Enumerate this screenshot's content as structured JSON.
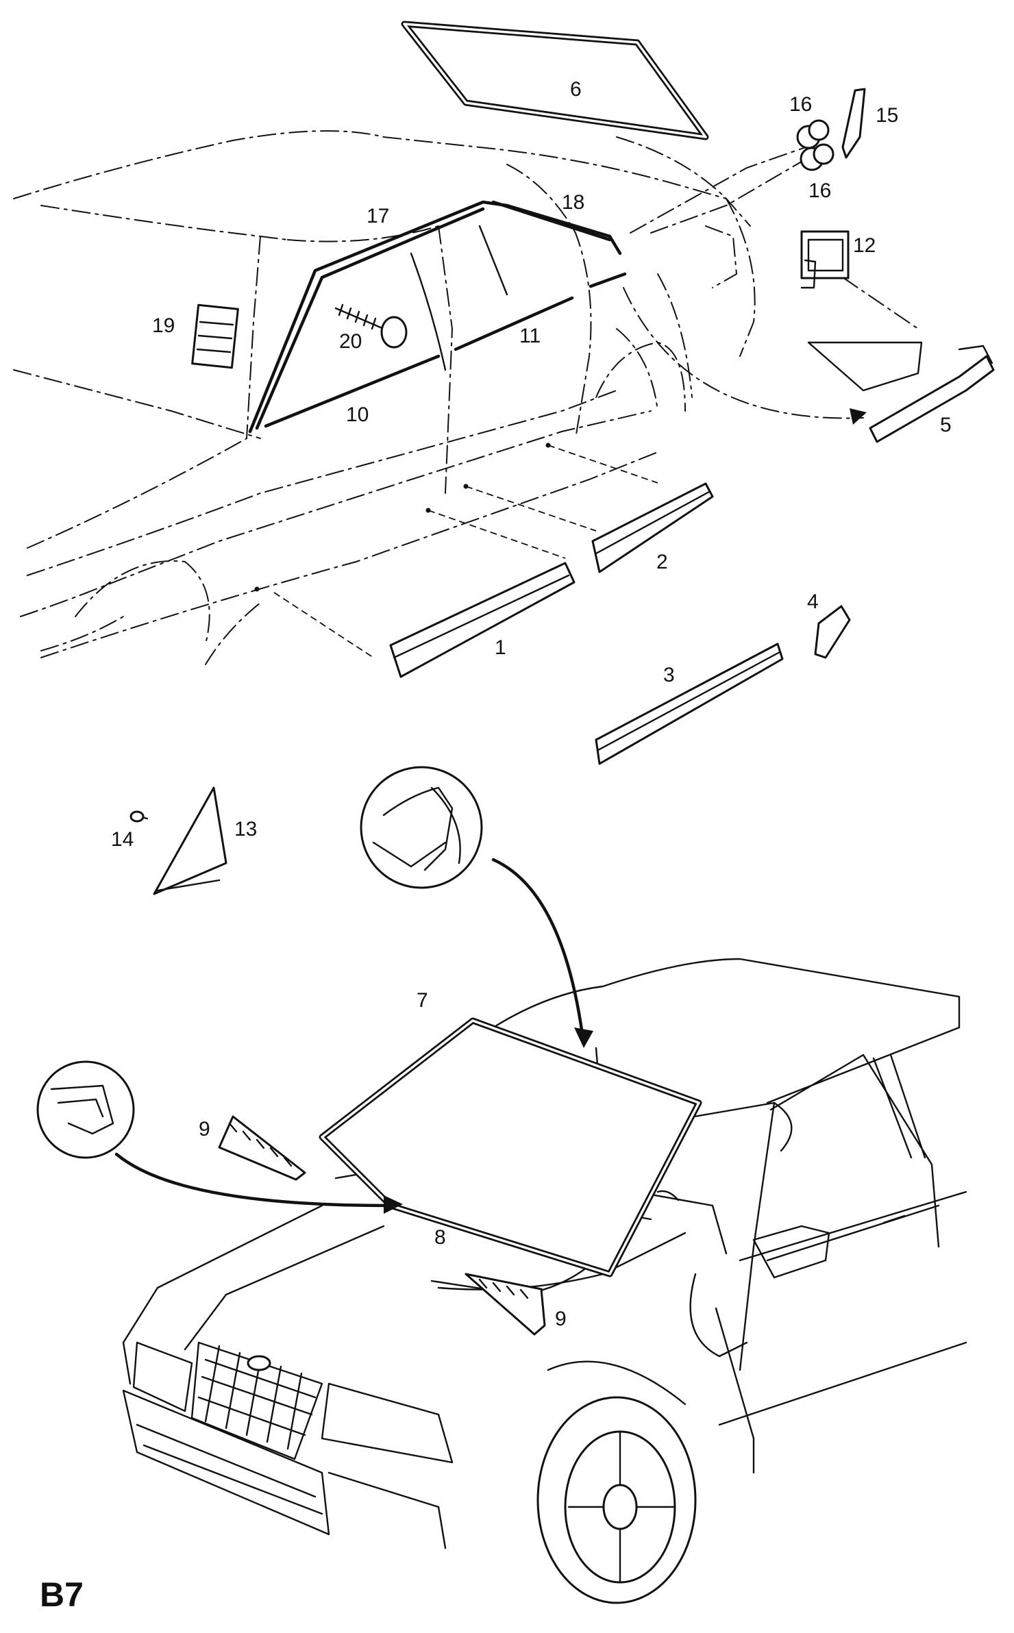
{
  "diagram": {
    "sheet_code": "B7",
    "callouts": [
      {
        "id": "c1",
        "text": "1"
      },
      {
        "id": "c2",
        "text": "2"
      },
      {
        "id": "c3",
        "text": "3"
      },
      {
        "id": "c4",
        "text": "4"
      },
      {
        "id": "c5",
        "text": "5"
      },
      {
        "id": "c6",
        "text": "6"
      },
      {
        "id": "c7",
        "text": "7"
      },
      {
        "id": "c8",
        "text": "8"
      },
      {
        "id": "c9a",
        "text": "9"
      },
      {
        "id": "c9b",
        "text": "9"
      },
      {
        "id": "c10",
        "text": "10"
      },
      {
        "id": "c11",
        "text": "11"
      },
      {
        "id": "c12",
        "text": "12"
      },
      {
        "id": "c13",
        "text": "13"
      },
      {
        "id": "c14",
        "text": "14"
      },
      {
        "id": "c15",
        "text": "15"
      },
      {
        "id": "c16a",
        "text": "16"
      },
      {
        "id": "c16b",
        "text": "16"
      },
      {
        "id": "c17",
        "text": "17"
      },
      {
        "id": "c18",
        "text": "18"
      },
      {
        "id": "c19",
        "text": "19"
      },
      {
        "id": "c20",
        "text": "20"
      }
    ]
  }
}
